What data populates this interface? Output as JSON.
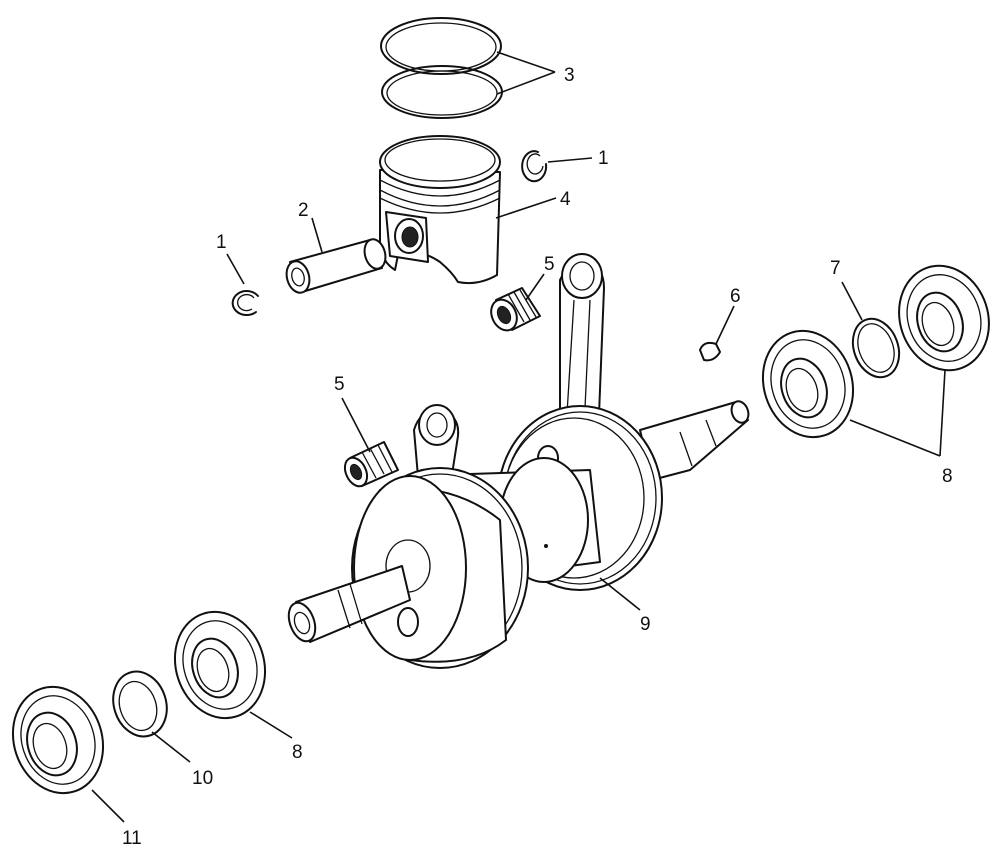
{
  "callouts": {
    "retainer_ring_right": "1",
    "retainer_ring_left": "1",
    "piston_pin": "2",
    "piston_rings": "3",
    "piston": "4",
    "needle_bearing_upper": "5",
    "needle_bearing_lower": "5",
    "woodruff_key": "6",
    "shim_ring": "7",
    "bearing_right": "8",
    "bearing_left": "8",
    "crankshaft": "9",
    "spacer_ring": "10",
    "oil_seal": "11"
  },
  "colors": {
    "line": "#111111",
    "background": "#ffffff"
  }
}
